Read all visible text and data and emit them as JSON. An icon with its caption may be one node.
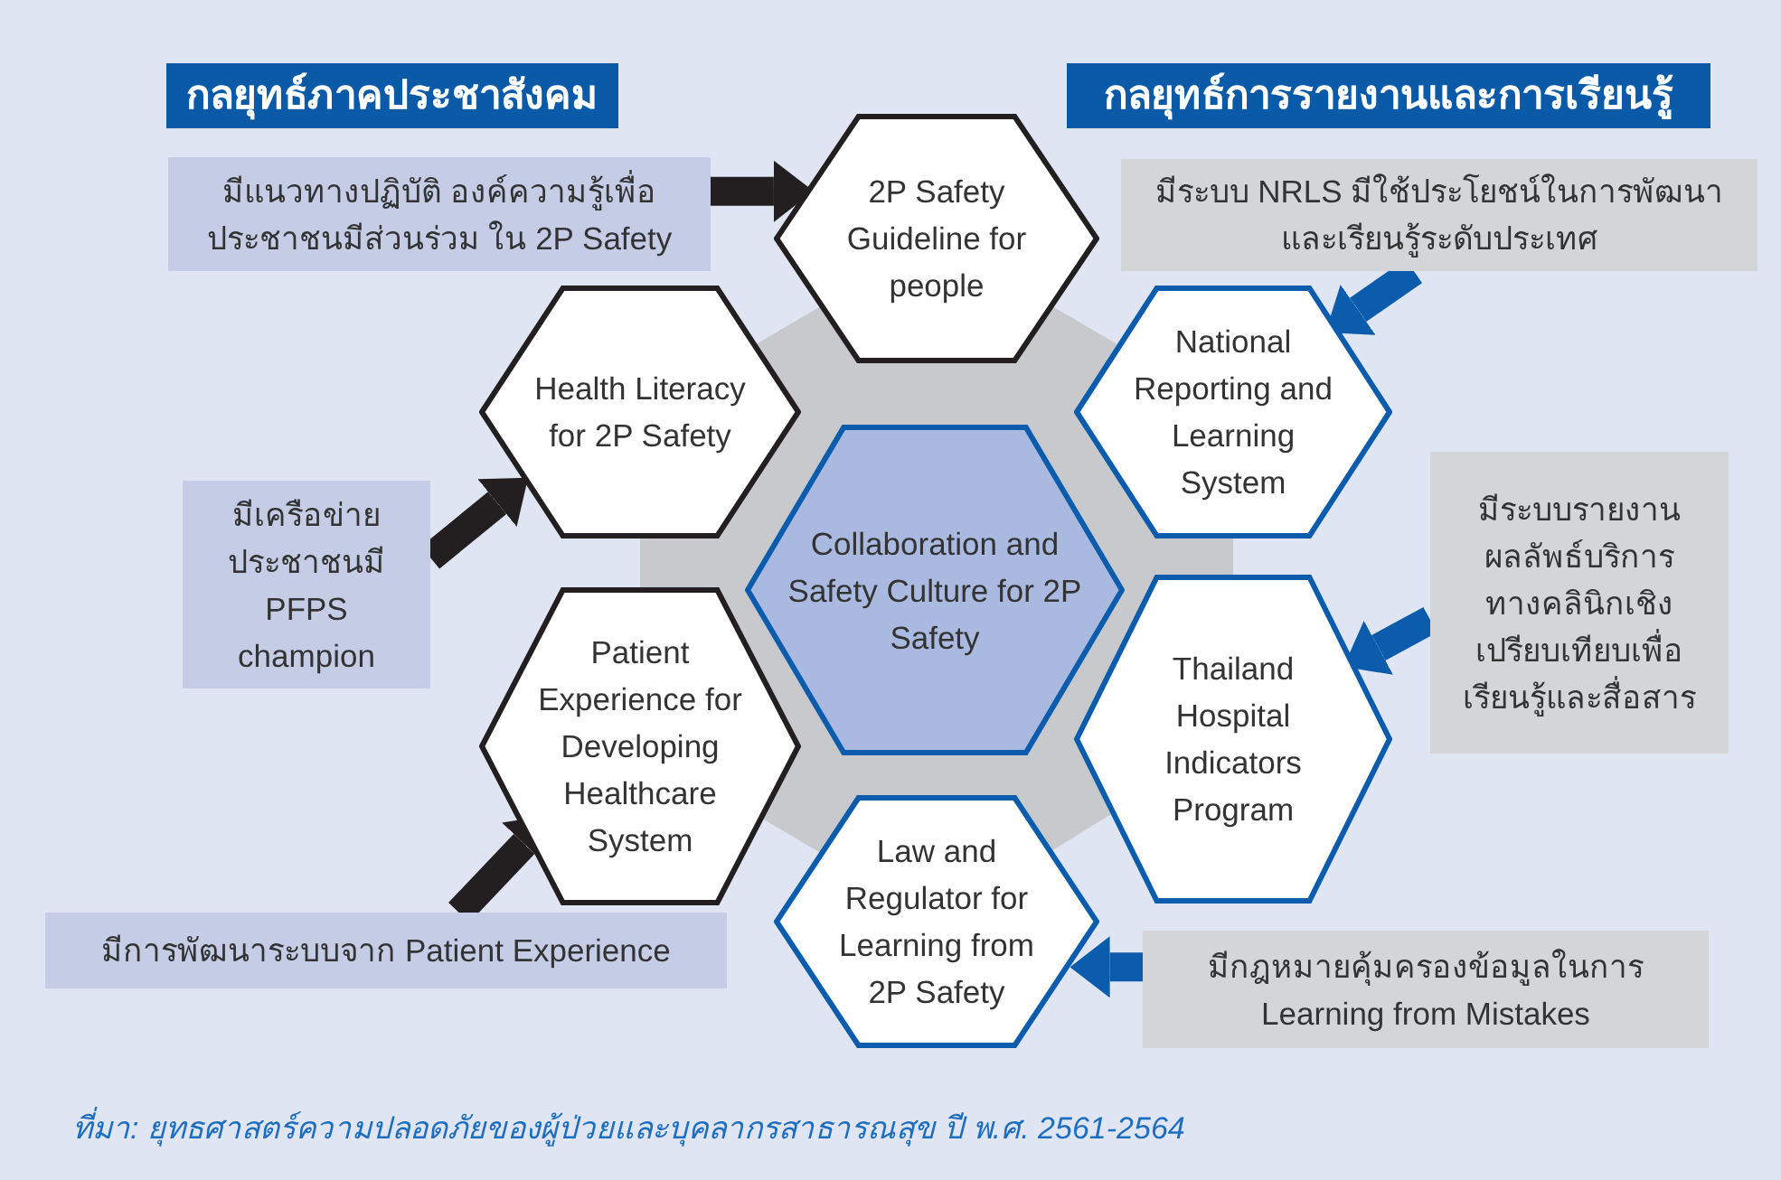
{
  "diagram": {
    "caption": "ที่มา: ยุทธศาสตร์ความปลอดภัยของผู้ป่วยและบุคลากรสาธารณสุข ปี พ.ศ. 2561-2564",
    "nodes": [
      {
        "text": [
          "กลยุทธ์ภาคประชาสังคม"
        ]
      },
      {
        "text": [
          "กลยุทธ์การรายงานและการเรียนรู้"
        ]
      },
      {
        "text": [
          "2P Safety Guideline for people"
        ]
      },
      {
        "text": [
          "Health Literacy for 2P Safety"
        ]
      },
      {
        "text": [
          "Collaboration and Safety Culture for 2P Safety"
        ]
      },
      {
        "text": [
          "National Reporting and Learning System"
        ]
      },
      {
        "text": [
          "Patient Experience for Developing Healthcare System"
        ]
      },
      {
        "text": [
          "Thailand Hospital Indicators Program"
        ]
      },
      {
        "text": [
          "Law and Regulator for Learning from 2P Safety"
        ]
      },
      {
        "text": [
          "มีแนวทางปฏิบัติ องค์ความรู้เพื่อประชาชนมีส่วนร่วม ใน 2P Safety"
        ]
      },
      {
        "text": [
          "มีระบบ NRLS มีใช้ประโยชน์ในการพัฒนาและเรียนรู้ระดับประเทศ"
        ]
      },
      {
        "text": [
          "มีเครือข่ายประชาชนมี PFPS champion"
        ]
      },
      {
        "text": [
          "มีระบบรายงานผลลัพธ์บริการทางคลินิกเชิงเปรียบเทียบเพื่อเรียนรู้และสื่อสาร"
        ]
      },
      {
        "text": [
          "มีการพัฒนาระบบจาก Patient Experience"
        ]
      },
      {
        "text": [
          "มีกฎหมายคุ้มครองข้อมูลในการ Learning from Mistakes"
        ]
      }
    ],
    "edges": [
      {
        "from": 9,
        "to": 2,
        "arrow": "to"
      },
      {
        "from": 10,
        "to": 5,
        "arrow": "to",
        "color": "#0b5cad"
      },
      {
        "from": 11,
        "to": 3,
        "arrow": "to"
      },
      {
        "from": 12,
        "to": 7,
        "arrow": "to",
        "color": "#0b5cad"
      },
      {
        "from": 13,
        "to": 6,
        "arrow": "to"
      },
      {
        "from": 14,
        "to": 8,
        "arrow": "to",
        "color": "#0b5cad"
      }
    ]
  }
}
